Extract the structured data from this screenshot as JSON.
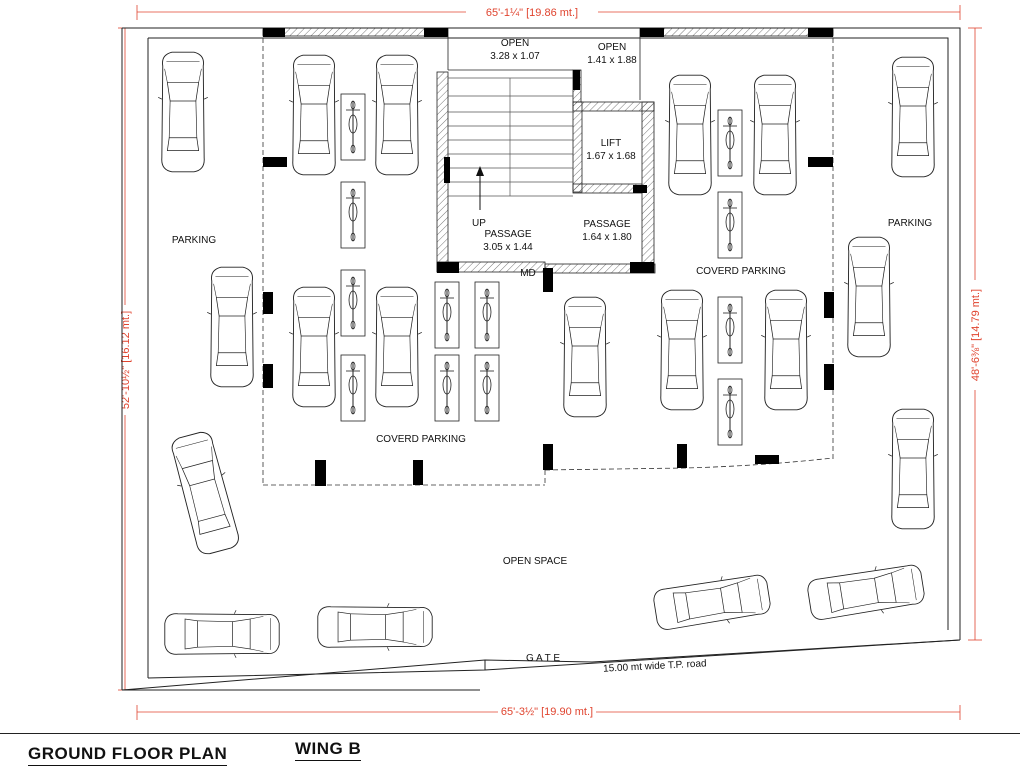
{
  "labels": {
    "open_1": "OPEN",
    "open_1_size": "3.28 x 1.07",
    "open_2": "OPEN",
    "open_2_size": "1.41 x 1.88",
    "lift": "LIFT",
    "lift_size": "1.67 x 1.68",
    "up": "UP",
    "passage_1": "PASSAGE",
    "passage_1_size": "3.05 x 1.44",
    "passage_2": "PASSAGE",
    "passage_2_size": "1.64 x 1.80",
    "md": "MD",
    "parking_left": "PARKING",
    "parking_right": "PARKING",
    "coverd_parking_right": "COVERD PARKING",
    "coverd_parking_bottom": "COVERD PARKING",
    "open_space": "OPEN SPACE",
    "gate": "G A T E",
    "road": "15.00 mt wide T.P. road"
  },
  "dimensions": {
    "top": "65'-1¼\" [19.86 mt.]",
    "bottom": "65'-3½\" [19.90 mt.]",
    "left": "52'-10½\" [16.12 mt.]",
    "right": "48'-6⅜\" [14.79 mt.]"
  },
  "title": {
    "plan": "GROUND FLOOR PLAN",
    "wing": "WING B"
  },
  "colors": {
    "line": "#222222",
    "dimension": "#e0442f",
    "column": "#000000"
  }
}
